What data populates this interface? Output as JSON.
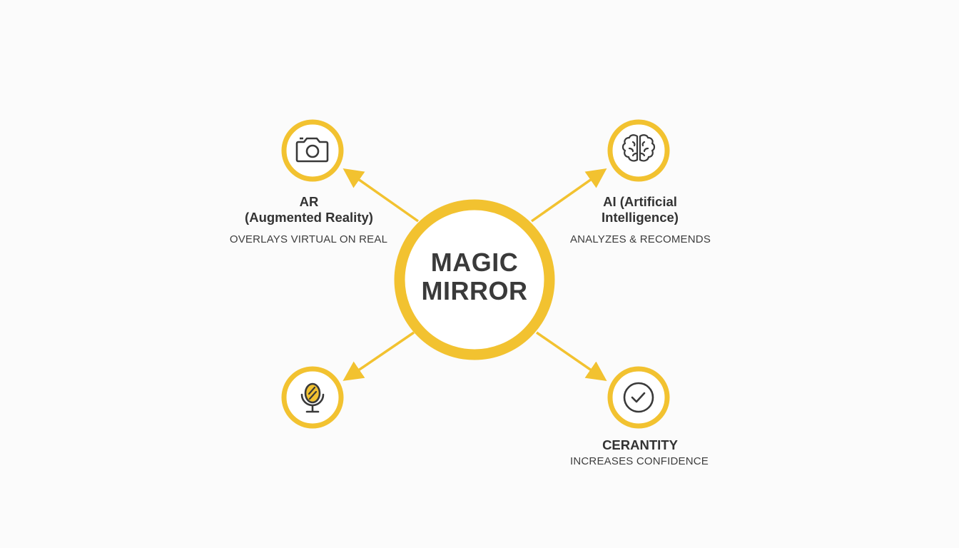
{
  "colors": {
    "accent": "#f2c230",
    "text_dark": "#333333",
    "icon_stroke": "#3a3a3a",
    "background": "#fbfbfb"
  },
  "center": {
    "line1": "MAGIC",
    "line2": "MIRROR"
  },
  "nodes": [
    {
      "id": "ar",
      "icon": "camera-icon",
      "title_line1": "AR",
      "title_line2": "(Augmented Reality)",
      "subtitle": "OVERLAYS VIRTUAL ON REAL"
    },
    {
      "id": "ai",
      "icon": "brain-icon",
      "title_line1": "AI (Artificial",
      "title_line2": "Intelligence)",
      "subtitle": "ANALYZES & RECOMENDS"
    },
    {
      "id": "mirror",
      "icon": "mirror-icon"
    },
    {
      "id": "certainty",
      "icon": "check-circle-icon",
      "title_line1": "CERANTITY",
      "subtitle": "INCREASES CONFIDENCE"
    }
  ]
}
